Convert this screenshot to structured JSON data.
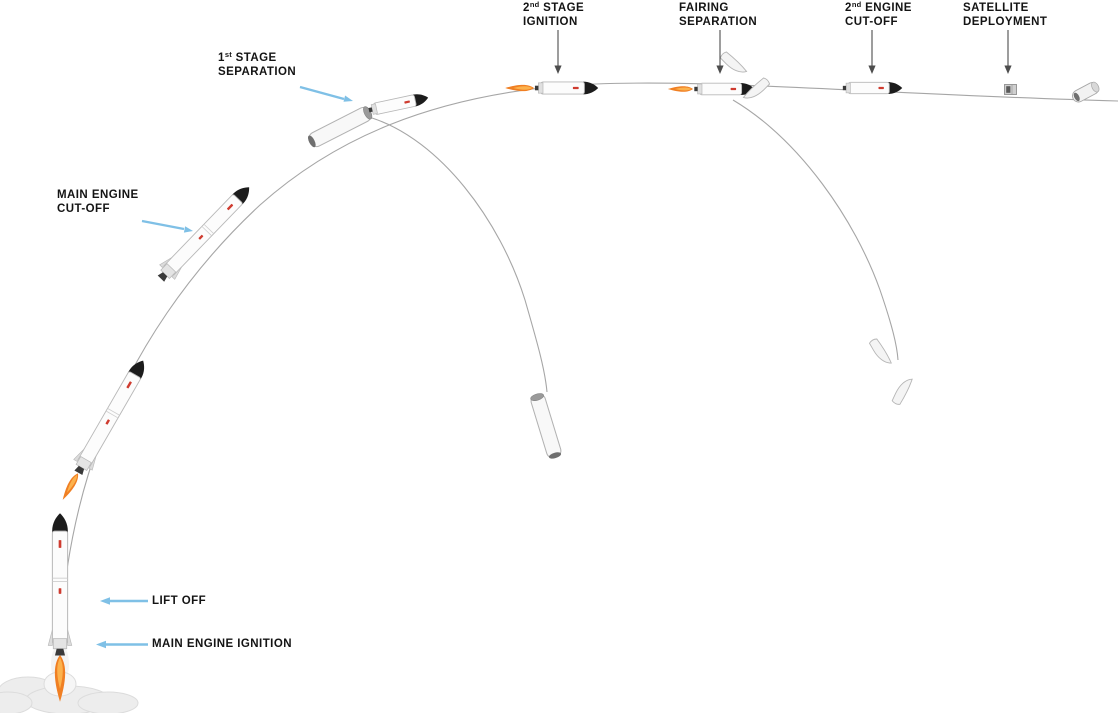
{
  "diagram": {
    "name": "rocket-launch-sequence",
    "colors": {
      "label_text": "#141414",
      "leader_blue": "#7fc0e6",
      "leader_dark": "#4d4d4d",
      "flame_orange": "#f07f23",
      "flame_core": "#fcb24d",
      "trajectory_gray": "#a6a6a6",
      "rocket_body": "#fcfcfc",
      "rocket_nose": "#1c1c1c",
      "accent_red": "#cf3b2f",
      "smoke": "#ededed"
    },
    "icons": {
      "rocket": "full two-stage launch vehicle, white body, black nose",
      "flame": "orange engine exhaust teardrop",
      "spent_stage": "white discarded stage cylinder",
      "fairing_half": "white fairing shell half",
      "satellite": "small gray satellite box",
      "deployed_satellite": "tilted satellite cylinder",
      "smoke": "launch pad smoke cloud"
    },
    "callouts": [
      {
        "id": "lift-off",
        "line1": "LIFT OFF"
      },
      {
        "id": "main-engine-ignition",
        "line1": "MAIN ENGINE IGNITION"
      },
      {
        "id": "main-engine-cut-off",
        "line1": "MAIN ENGINE",
        "line2": "CUT-OFF"
      },
      {
        "id": "first-stage-separation",
        "num": "1",
        "ord": "st",
        "rest1": " STAGE",
        "line2": "SEPARATION"
      },
      {
        "id": "second-stage-ignition",
        "num": "2",
        "ord": "nd",
        "rest1": " STAGE",
        "line2": "IGNITION"
      },
      {
        "id": "fairing-separation",
        "line1": "FAIRING",
        "line2": "SEPARATION"
      },
      {
        "id": "second-engine-cut-off",
        "num": "2",
        "ord": "nd",
        "rest1": " ENGINE",
        "line2": "CUT-OFF"
      },
      {
        "id": "satellite-deployment",
        "line1": "SATELLITE",
        "line2": "DEPLOYMENT"
      }
    ]
  }
}
